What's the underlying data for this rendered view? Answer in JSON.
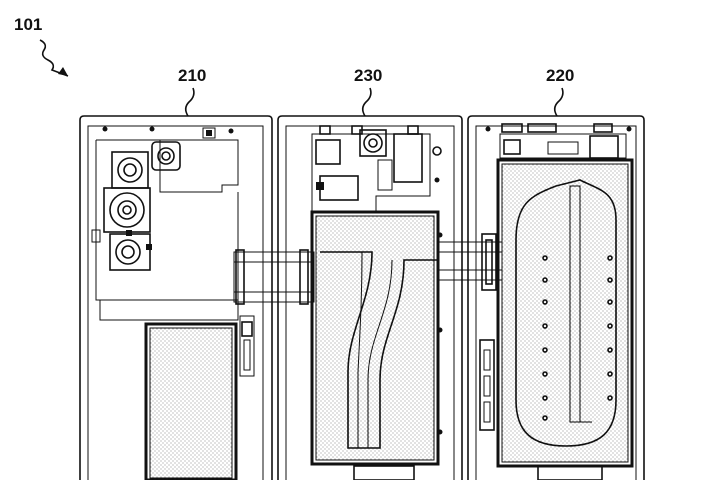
{
  "figure": {
    "ref_main": "101",
    "ref_left": "210",
    "ref_middle": "230",
    "ref_right": "220"
  },
  "colors": {
    "line": "#111111",
    "background": "#ffffff"
  }
}
